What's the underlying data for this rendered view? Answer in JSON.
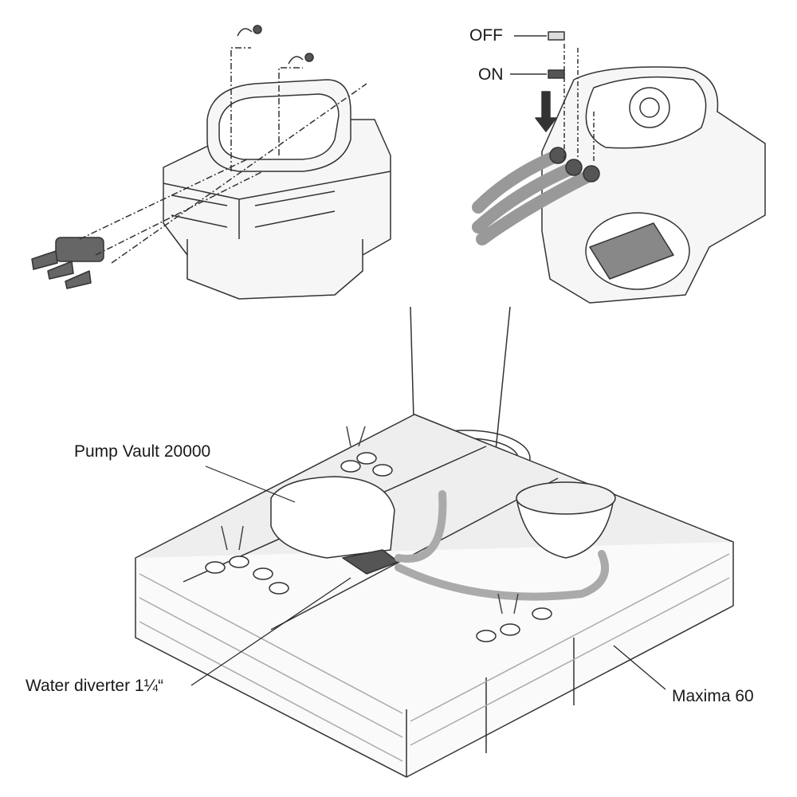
{
  "panel_top_right": {
    "switch_off_label": "OFF",
    "switch_on_label": "ON"
  },
  "main_scene": {
    "pump_vault_label": "Pump Vault 20000",
    "water_diverter_label": "Water diverter 1¼“",
    "maxima_label": "Maxima 60"
  },
  "colors": {
    "line": "#333333",
    "fill": "#f4f4f4",
    "dark_part": "#555555"
  }
}
